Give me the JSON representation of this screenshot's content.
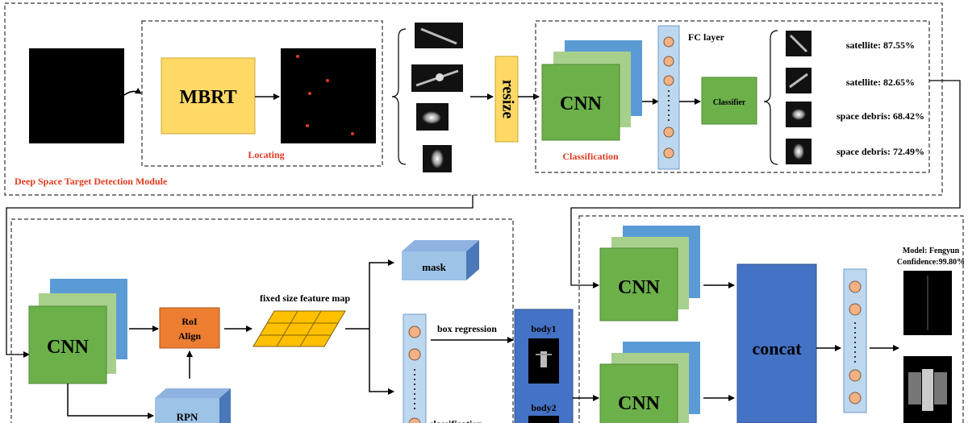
{
  "top_module": {
    "title": "Deep Space Target Detection Module",
    "mbrt_label": "MBRT",
    "locating_label": "Locating",
    "resize_label": "resize",
    "cnn_label": "CNN",
    "classification_label": "Classification",
    "fc_label": "FC layer",
    "classifier_label": "Classifier",
    "results": [
      {
        "label": "satellite: 87.55%"
      },
      {
        "label": "satellite: 82.65%"
      },
      {
        "label": "space debris: 68.42%"
      },
      {
        "label": "space debris: 72.49%"
      }
    ]
  },
  "bottom_module": {
    "cnn_label": "CNN",
    "roi_label_1": "RoI",
    "roi_label_2": "Align",
    "rpn_label": "RPN",
    "feature_map_label": "fixed size feature map",
    "mask_label": "mask",
    "box_regression_label": "box regression",
    "classification_label_partial": "classification",
    "body1_label": "body1",
    "body2_label": "body2",
    "cnn2_label": "CNN",
    "cnn3_label": "CNN",
    "concat_label": "concat",
    "model_label": "Model: Fengyun",
    "confidence_label": "Confidence:99.80%"
  },
  "colors": {
    "red_text": "#e03a1e",
    "cnn_green": "#6cb04a",
    "cnn_light_green": "#a8d08d",
    "cnn_blue": "#5b9bd5",
    "mbrt_yellow": "#ffd966",
    "roi_orange": "#ed7d31",
    "concat_blue": "#4472c4",
    "fc_light_blue": "#bdd7ee",
    "node_orange": "#f4b183"
  }
}
